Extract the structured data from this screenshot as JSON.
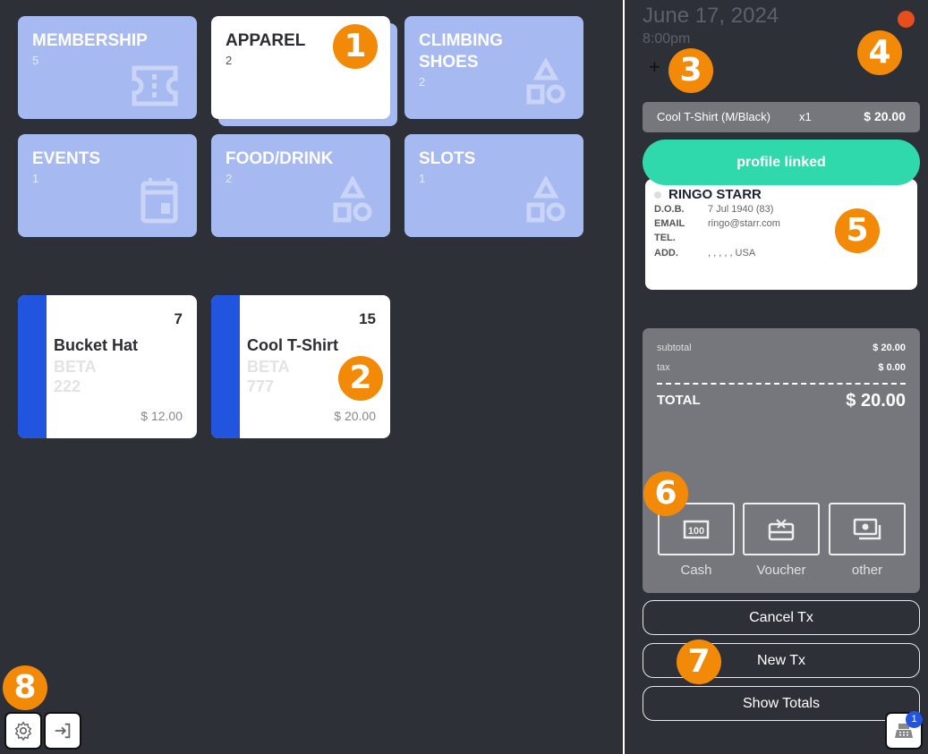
{
  "categories": [
    {
      "name": "MEMBERSHIP",
      "count": "5",
      "icon": "ticket-icon"
    },
    {
      "name": "APPAREL",
      "count": "2",
      "icon": "none",
      "selected": true
    },
    {
      "name": "CLIMBING SHOES",
      "count": "2",
      "icon": "shapes-icon"
    },
    {
      "name": "EVENTS",
      "count": "1",
      "icon": "calendar-icon"
    },
    {
      "name": "FOOD/DRINK",
      "count": "2",
      "icon": "shapes-icon"
    },
    {
      "name": "SLOTS",
      "count": "1",
      "icon": "shapes-icon"
    }
  ],
  "products": [
    {
      "name": "Bucket Hat",
      "stock": "7",
      "line1": "BETA",
      "line2": "222",
      "price": "$ 12.00"
    },
    {
      "name": "Cool T-Shirt",
      "stock": "15",
      "line1": "BETA",
      "line2": "777",
      "price": "$ 20.00"
    }
  ],
  "header": {
    "date": "June 17, 2024",
    "time": "8:00pm",
    "add_label": "+"
  },
  "cart": {
    "item": "Cool T-Shirt (M/Black)",
    "qty": "x1",
    "price": "$ 20.00"
  },
  "profile": {
    "status": "profile linked",
    "name": "RINGO STARR",
    "dob_label": "D.O.B.",
    "dob": "7 Jul 1940 (83)",
    "email_label": "EMAIL",
    "email": "ringo@starr.com",
    "tel_label": "TEL.",
    "tel": "",
    "add_label": "ADD.",
    "address": ", , , , , USA"
  },
  "totals": {
    "subtotal_label": "subtotal",
    "subtotal": "$ 20.00",
    "tax_label": "tax",
    "tax": "$ 0.00",
    "total_label": "TOTAL",
    "total": "$ 20.00"
  },
  "payments": [
    {
      "label": "Cash",
      "icon": "cash-icon"
    },
    {
      "label": "Voucher",
      "icon": "voucher-icon"
    },
    {
      "label": "other",
      "icon": "other-payment-icon"
    }
  ],
  "actions": {
    "cancel": "Cancel Tx",
    "new": "New Tx",
    "totals": "Show Totals"
  },
  "register": {
    "badge": "1"
  },
  "annotations": [
    "1",
    "2",
    "3",
    "4",
    "5",
    "6",
    "7",
    "8"
  ],
  "colors": {
    "tile": "#a7b9f1",
    "accent": "#2155e0",
    "linked": "#2fd9ac",
    "status_dot": "#e84e1b",
    "annotation": "#f28a07"
  }
}
